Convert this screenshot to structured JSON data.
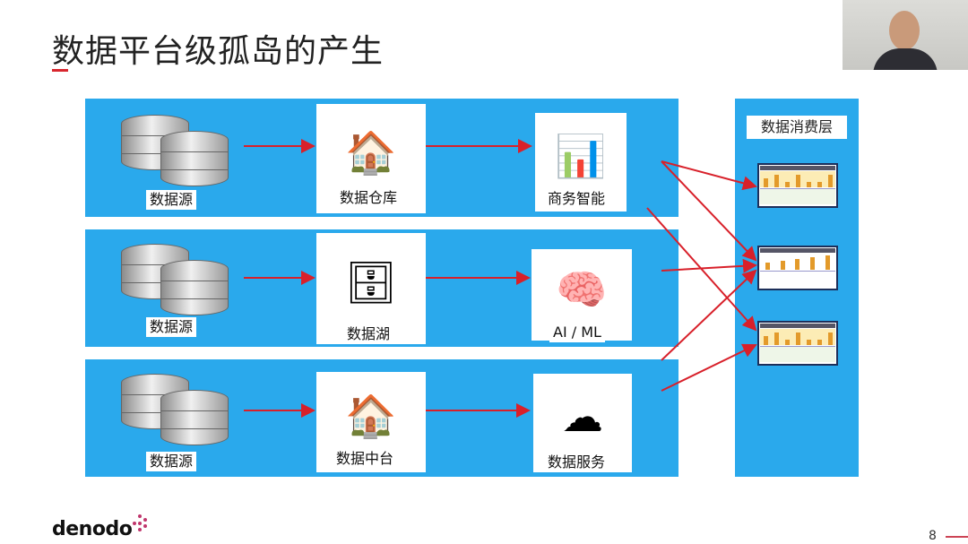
{
  "slide": {
    "title": "数据平台级孤岛的产生",
    "page_number": "8",
    "logo_text": "denodo"
  },
  "rows": [
    {
      "source": "数据源",
      "platform": "数据仓库",
      "app": "商务智能"
    },
    {
      "source": "数据源",
      "platform": "数据湖",
      "app": "AI / ML"
    },
    {
      "source": "数据源",
      "platform": "数据中台",
      "app": "数据服务"
    }
  ],
  "consumption": {
    "title": "数据消费层"
  },
  "colors": {
    "panel": "#2aa9ec",
    "arrow": "#d8202a",
    "accent": "#d8262e"
  }
}
